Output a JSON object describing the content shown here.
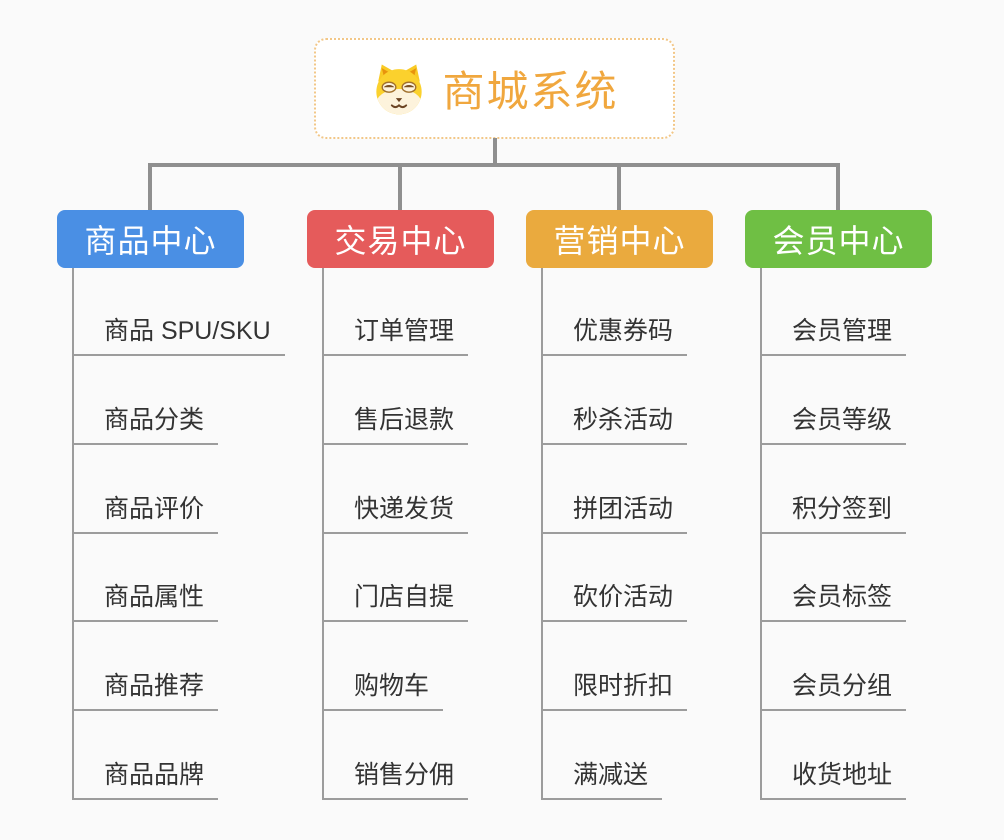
{
  "page": {
    "background": "#fafafa",
    "connector_color": "#8f8f8f",
    "leaf_line_color": "#9c9c9c",
    "leaf_text_color": "#333333"
  },
  "root": {
    "title": "商城系统",
    "icon": "shiba-dog-icon",
    "title_color": "#f0a73e",
    "border_color": "#f2c788"
  },
  "branches": [
    {
      "label": "商品中心",
      "color": "#4a8fe4",
      "children": [
        "商品 SPU/SKU",
        "商品分类",
        "商品评价",
        "商品属性",
        "商品推荐",
        "商品品牌"
      ]
    },
    {
      "label": "交易中心",
      "color": "#e55b5b",
      "children": [
        "订单管理",
        "售后退款",
        "快递发货",
        "门店自提",
        "购物车",
        "销售分佣"
      ]
    },
    {
      "label": "营销中心",
      "color": "#eaaa3e",
      "children": [
        "优惠券码",
        "秒杀活动",
        "拼团活动",
        "砍价活动",
        "限时折扣",
        "满减送"
      ]
    },
    {
      "label": "会员中心",
      "color": "#6fbf44",
      "children": [
        "会员管理",
        "会员等级",
        "积分签到",
        "会员标签",
        "会员分组",
        "收货地址"
      ]
    }
  ]
}
